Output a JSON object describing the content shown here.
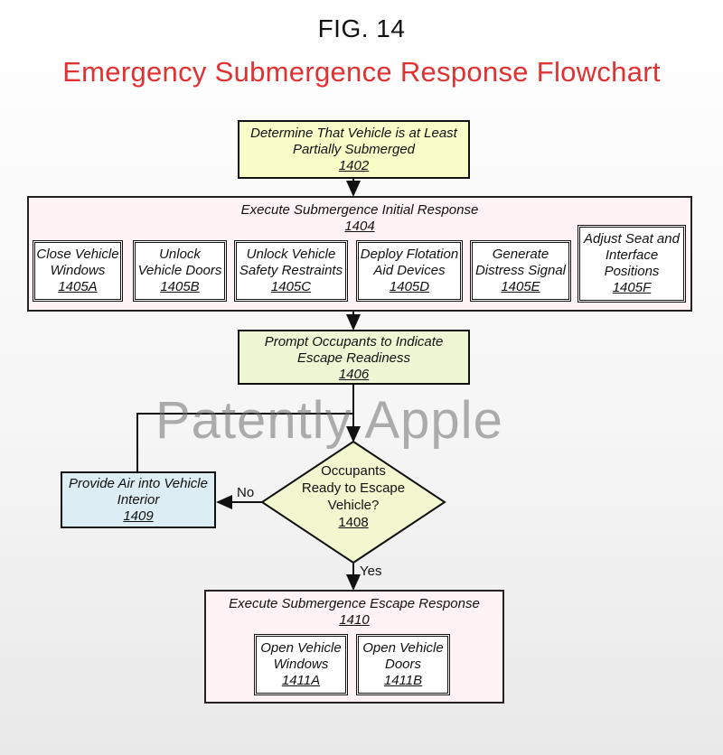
{
  "figure": "FIG. 14",
  "title": "Emergency Submergence Response Flowchart",
  "watermark": "Patently Apple",
  "steps": {
    "s1402": {
      "line1": "Determine That Vehicle is at Least",
      "line2": "Partially Submerged",
      "ref": "1402"
    },
    "s1404": {
      "line1": "Execute Submergence Initial Response",
      "ref": "1404"
    },
    "s1405a": {
      "line1": "Close Vehicle",
      "line2": "Windows",
      "ref": "1405A"
    },
    "s1405b": {
      "line1": "Unlock",
      "line2": "Vehicle Doors",
      "ref": "1405B"
    },
    "s1405c": {
      "line1": "Unlock Vehicle",
      "line2": "Safety Restraints",
      "ref": "1405C"
    },
    "s1405d": {
      "line1": "Deploy Flotation",
      "line2": "Aid Devices",
      "ref": "1405D"
    },
    "s1405e": {
      "line1": "Generate",
      "line2": "Distress Signal",
      "ref": "1405E"
    },
    "s1405f": {
      "line1": "Adjust Seat and",
      "line2": "Interface",
      "line3": "Positions",
      "ref": "1405F"
    },
    "s1406": {
      "line1": "Prompt Occupants to Indicate",
      "line2": "Escape Readiness",
      "ref": "1406"
    },
    "s1408": {
      "line1": "Occupants",
      "line2": "Ready to Escape",
      "line3": "Vehicle?",
      "ref": "1408"
    },
    "s1409": {
      "line1": "Provide Air into Vehicle",
      "line2": "Interior",
      "ref": "1409"
    },
    "s1410": {
      "line1": "Execute Submergence Escape Response",
      "ref": "1410"
    },
    "s1411a": {
      "line1": "Open Vehicle",
      "line2": "Windows",
      "ref": "1411A"
    },
    "s1411b": {
      "line1": "Open Vehicle",
      "line2": "Doors",
      "ref": "1411B"
    }
  },
  "branches": {
    "no": "No",
    "yes": "Yes"
  }
}
